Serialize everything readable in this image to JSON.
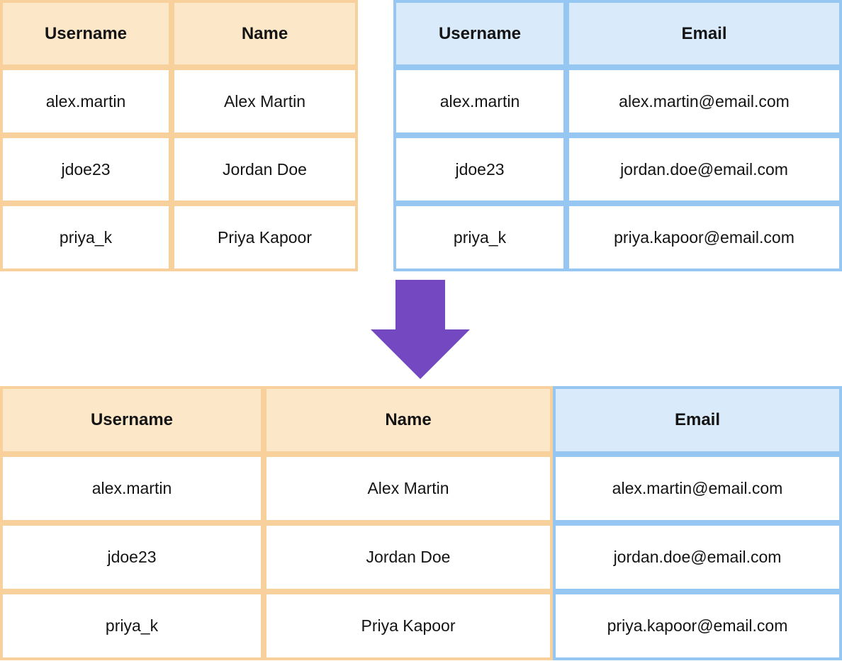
{
  "users_table": {
    "headers": [
      "Username",
      "Name"
    ],
    "rows": [
      [
        "alex.martin",
        "Alex Martin"
      ],
      [
        "jdoe23",
        "Jordan Doe"
      ],
      [
        "priya_k",
        "Priya Kapoor"
      ]
    ]
  },
  "emails_table": {
    "headers": [
      "Username",
      "Email"
    ],
    "rows": [
      [
        "alex.martin",
        "alex.martin@email.com"
      ],
      [
        "jdoe23",
        "jordan.doe@email.com"
      ],
      [
        "priya_k",
        "priya.kapoor@email.com"
      ]
    ]
  },
  "joined_table": {
    "headers": [
      "Username",
      "Name",
      "Email"
    ],
    "rows": [
      [
        "alex.martin",
        "Alex Martin",
        "alex.martin@email.com"
      ],
      [
        "jdoe23",
        "Jordan Doe",
        "jordan.doe@email.com"
      ],
      [
        "priya_k",
        "Priya Kapoor",
        "priya.kapoor@email.com"
      ]
    ]
  },
  "arrow": {
    "direction": "down",
    "color": "#7448C0"
  },
  "colors": {
    "orange_fill": "#FDE7C9",
    "orange_border": "#F8D09C",
    "blue_fill": "#D9EAFB",
    "blue_border": "#96C7F2",
    "key_text_red": "#EF1620",
    "body_text": "#141414",
    "arrow_purple": "#7448C0"
  }
}
